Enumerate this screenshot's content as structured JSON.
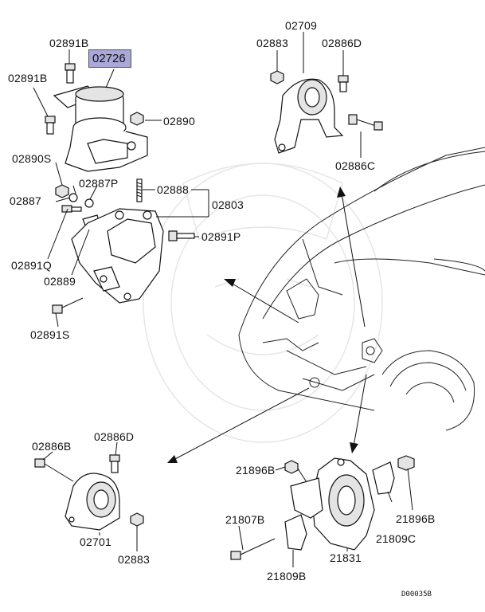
{
  "diagram": {
    "highlighted_part": "02726",
    "figure_code": "D00035B",
    "callouts": {
      "p02891B_top": "02891B",
      "p02891B_left": "02891B",
      "p02890": "02890",
      "p02890S": "02890S",
      "p02887P": "02887P",
      "p02888": "02888",
      "p02803": "02803",
      "p02887": "02887",
      "p02891P": "02891P",
      "p02891Q": "02891Q",
      "p02889": "02889",
      "p02891S": "02891S",
      "p02709": "02709",
      "p02883_top": "02883",
      "p02886D_top": "02886D",
      "p02886C": "02886C",
      "p02886B": "02886B",
      "p02886D_bottom": "02886D",
      "p02701": "02701",
      "p02883_bottom": "02883",
      "p21896B_left": "21896B",
      "p21896B_right": "21896B",
      "p21807B": "21807B",
      "p21809C": "21809C",
      "p21831": "21831",
      "p21809B": "21809B"
    }
  }
}
